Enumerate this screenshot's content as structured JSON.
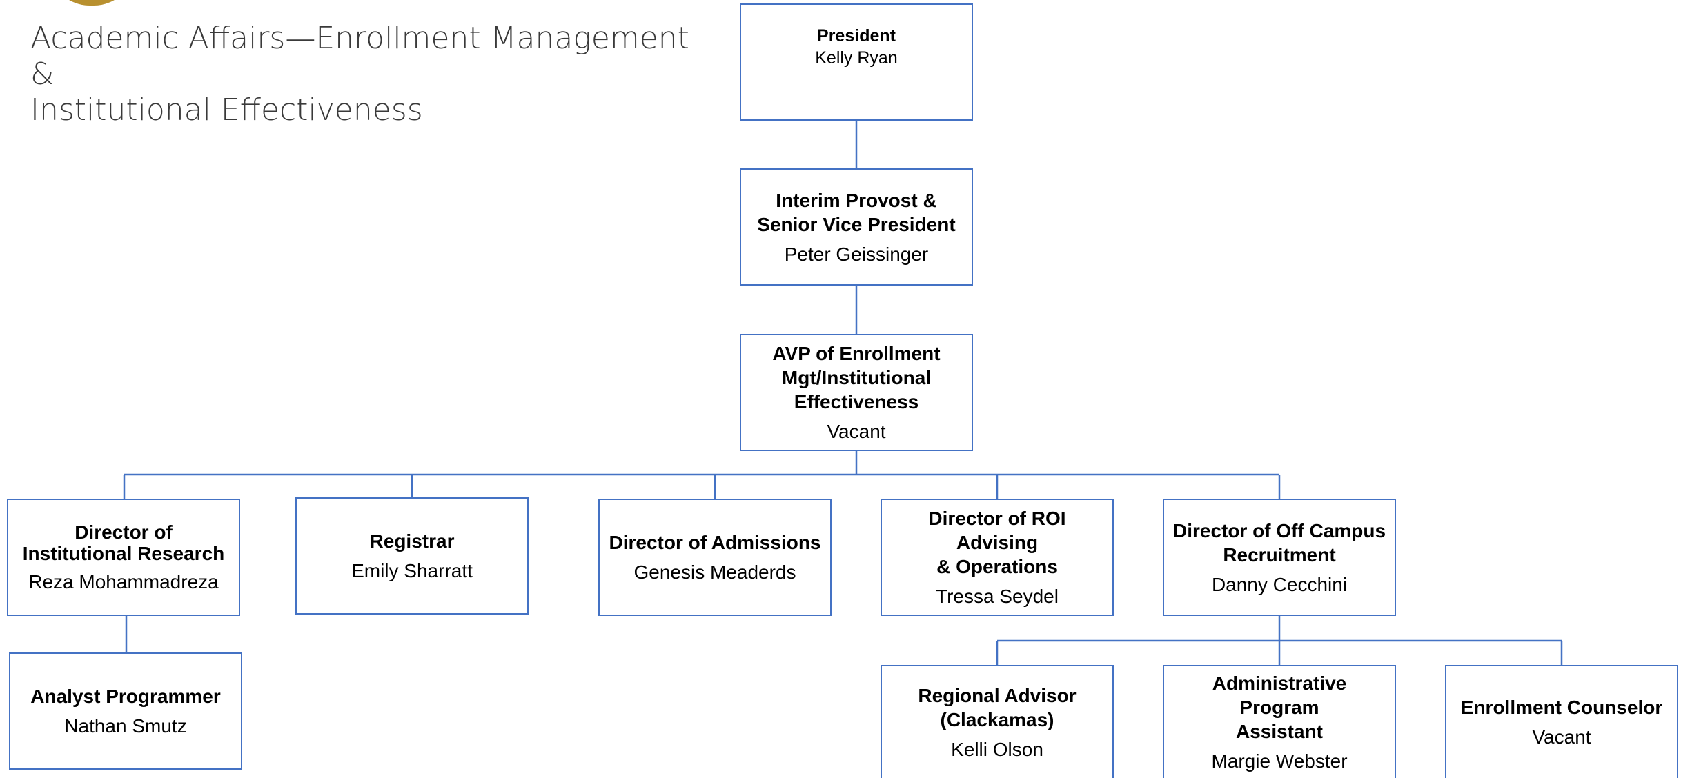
{
  "title": {
    "line1": "Academic Affairs—Enrollment Management &",
    "line2": "Institutional Effectiveness"
  },
  "colors": {
    "box_border": "#4472c4",
    "connector": "#4472c4",
    "title_text": "#3a3a3a",
    "logo": "#b8902f"
  },
  "positions": {
    "president": {
      "role": "President",
      "name": "Kelly Ryan"
    },
    "provost": {
      "role": "Interim Provost &\nSenior Vice  President",
      "name": "Peter Geissinger"
    },
    "avp": {
      "role": "AVP of Enrollment\nMgt/Institutional\nEffectiveness",
      "name": "Vacant"
    },
    "dir_ir": {
      "role": "Director of\nInstitutional Research",
      "name": "Reza Mohammadreza"
    },
    "registrar": {
      "role": "Registrar",
      "name": "Emily Sharratt"
    },
    "dir_admissions": {
      "role": "Director of Admissions",
      "name": "Genesis Meaderds"
    },
    "dir_roi": {
      "role": "Director of ROI Advising\n& Operations",
      "name": "Tressa Seydel"
    },
    "dir_offcampus": {
      "role": "Director of Off Campus\nRecruitment",
      "name": "Danny Cecchini"
    },
    "analyst": {
      "role": "Analyst Programmer",
      "name": "Nathan Smutz"
    },
    "regional_advisor": {
      "role": "Regional Advisor\n(Clackamas)",
      "name": "Kelli Olson"
    },
    "admin_assistant": {
      "role": "Administrative Program\nAssistant",
      "name": "Margie Webster"
    },
    "enrollment_counselor": {
      "role": "Enrollment Counselor",
      "name": "Vacant"
    }
  }
}
